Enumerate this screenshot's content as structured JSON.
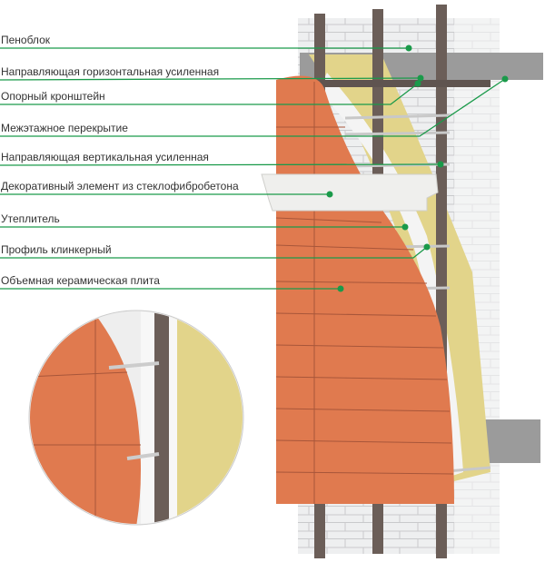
{
  "labels": [
    "Пеноблок",
    "Направляющая горизонтальная усиленная",
    "Опорный кронштейн",
    "Межэтажное перекрытие",
    "Направляющая вертикальная усиленная",
    "Декоративный элемент из стеклофибробетона",
    "Утеплитель",
    "Профиль клинкерный",
    "Объемная керамическая плита"
  ],
  "colors": {
    "leader": "#1a9a4a",
    "tile": "#e07a4f",
    "block": "#ecedee",
    "steel": "#6b5e58",
    "insulation": "#e2d48a",
    "slab": "#9a9a9a"
  }
}
